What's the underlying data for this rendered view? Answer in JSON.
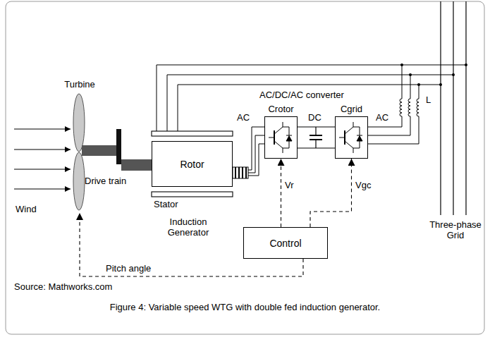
{
  "diagram": {
    "caption": "Figure 4: Variable speed WTG with double fed induction generator.",
    "nodes": [
      {
        "text": [
          "Turbine"
        ]
      },
      {
        "text": [
          "Rotor"
        ]
      },
      {
        "text": [
          "Crotor"
        ]
      },
      {
        "text": [
          "Cgrid"
        ]
      },
      {
        "text": [
          "Control"
        ]
      }
    ],
    "edges": [
      {
        "from": 1,
        "to": 2,
        "label": "AC",
        "arrow": "none"
      },
      {
        "from": 2,
        "to": 3,
        "label": "DC",
        "arrow": "none"
      },
      {
        "from": 4,
        "to": 2,
        "label": "Vr",
        "arrow": "to"
      },
      {
        "from": 4,
        "to": 3,
        "label": "Vgc",
        "arrow": "to"
      },
      {
        "from": 4,
        "to": 0,
        "label": "Pitch angle",
        "arrow": "to"
      }
    ],
    "labels": [
      "Wind",
      "Drive train",
      "Stator",
      "Induction Generator",
      "AC/DC/AC converter",
      "AC",
      "L",
      "Three-phase Grid",
      "Source: Mathworks.com"
    ]
  }
}
